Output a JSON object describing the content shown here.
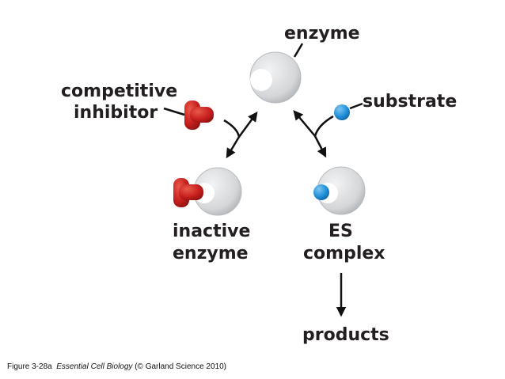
{
  "labels": {
    "enzyme": "enzyme",
    "competitive_inhibitor": [
      "competitive",
      "inhibitor"
    ],
    "substrate": "substrate",
    "inactive_enzyme": [
      "inactive",
      "enzyme"
    ],
    "es_complex": [
      "ES",
      "complex"
    ],
    "products": "products"
  },
  "caption": {
    "prefix": "Figure 3-28a",
    "book": "Essential Cell Biology",
    "credit": "(© Garland Science 2010)"
  },
  "colors": {
    "enzyme_fill": "#d4d6d8",
    "inhibitor": "#c8201e",
    "substrate": "#1f8fd8",
    "arrow": "#111111",
    "text": "#231f20"
  }
}
